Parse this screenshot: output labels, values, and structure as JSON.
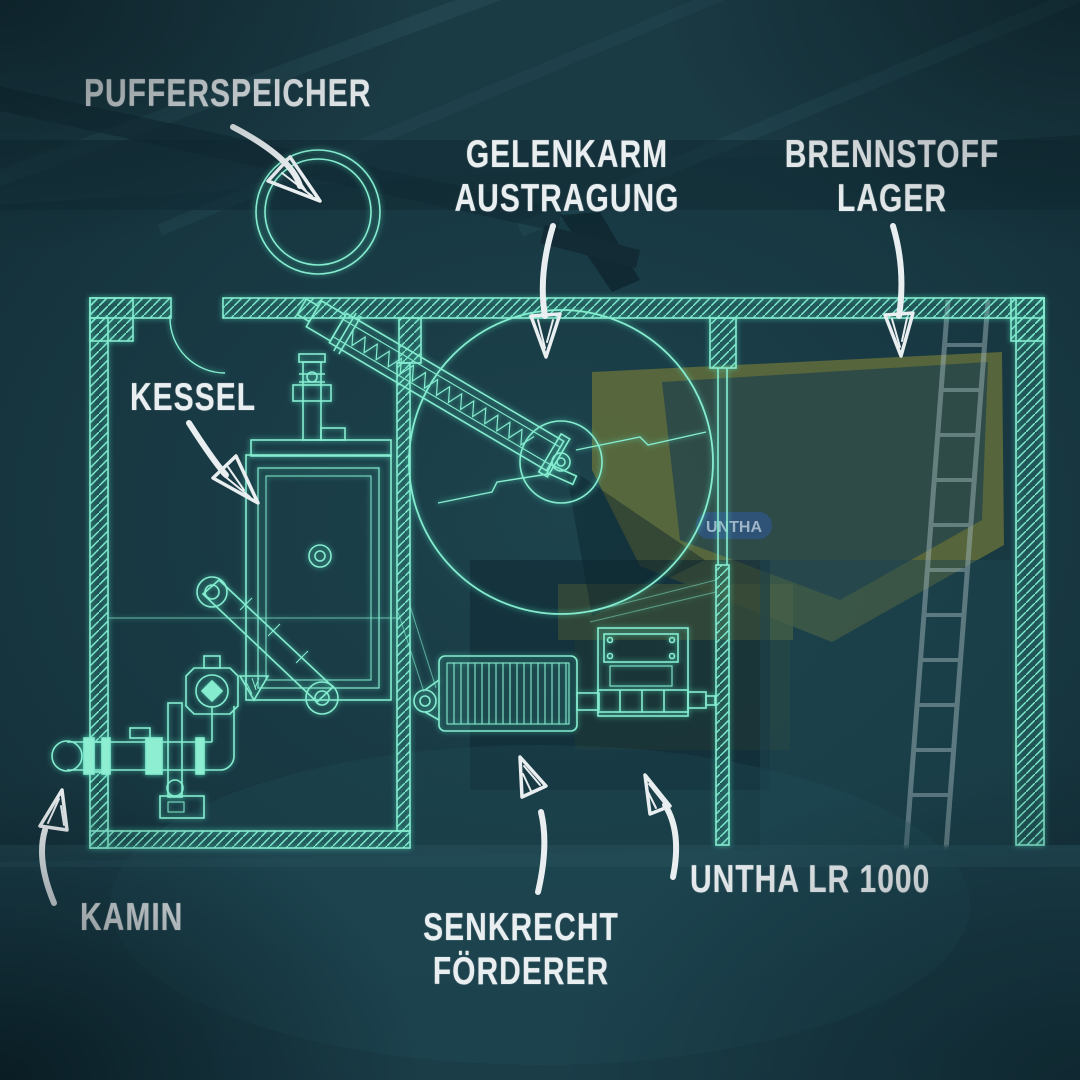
{
  "labels": {
    "pufferspeicher": {
      "text": "PUFFERSPEICHER"
    },
    "gelenkarm": {
      "line1": "GELENKARM",
      "line2": "AUSTRAGUNG"
    },
    "brennstoff": {
      "line1": "BRENNSTOFF",
      "line2": "LAGER"
    },
    "kessel": {
      "text": "KESSEL"
    },
    "kamin": {
      "text": "KAMIN"
    },
    "senkrecht": {
      "line1": "SENKRECHT",
      "line2": "FÖRDERER"
    },
    "untha": {
      "text": "UNTHA LR 1000"
    },
    "machine_logo": {
      "text": "UNTHA"
    }
  },
  "colors": {
    "background": "#15323c",
    "blueprint_line": "#86ecd0",
    "blueprint_glow": "#4fe3bd",
    "chalk_white": "#e9eef0",
    "machine_yellow": "#66713a",
    "logo_blue": "#2f5a9e"
  }
}
